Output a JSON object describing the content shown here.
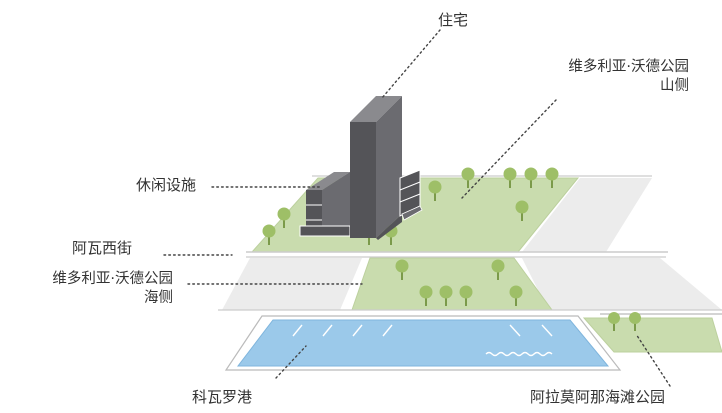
{
  "labels": {
    "residential": "住宅",
    "victoria_hill_l1": "维多利亚·沃德公园",
    "victoria_hill_l2": "山侧",
    "leisure": "休闲设施",
    "arab_street": "阿瓦西街",
    "victoria_sea_l1": "维多利亚·沃德公园",
    "victoria_sea_l2": "海侧",
    "harbour": "科瓦罗港",
    "beach_park": "阿拉莫阿那海滩公园"
  },
  "colors": {
    "park": "#c9dcae",
    "park_edge": "#bcd09e",
    "road": "#ececec",
    "road_line": "#cccccc",
    "water": "#9bc9ea",
    "water_edge": "#7fb5dd",
    "building_dark": "#545458",
    "building_front": "#6b6b70",
    "building_side": "#8a8a8e",
    "tree_crown": "#9ebf67",
    "tree_trunk": "#7b9a4a",
    "leader": "#444444",
    "text": "#333333"
  }
}
